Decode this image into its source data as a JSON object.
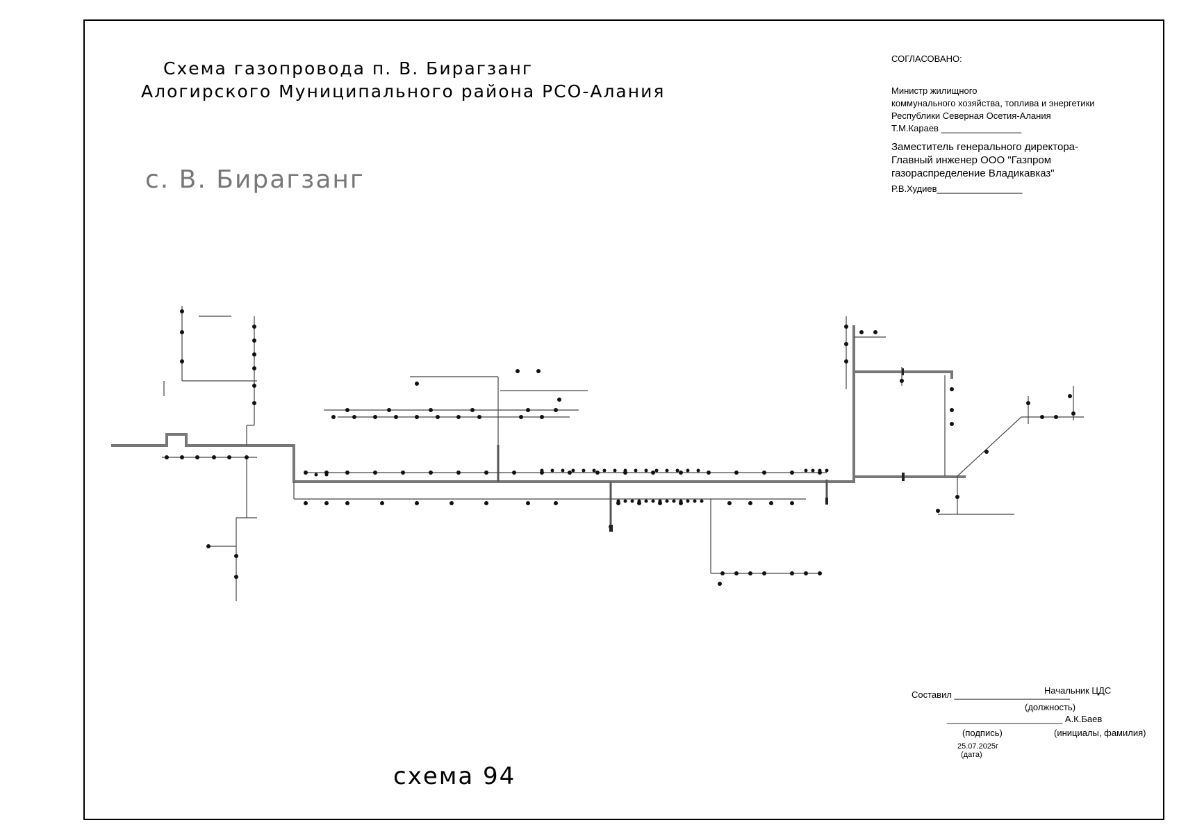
{
  "title": {
    "line1": "Схема газопровода п. В. Бирагзанг",
    "line2": "Алогирского   Муниципального района РСО-Алания"
  },
  "village_label": "с. В. Бирагзанг",
  "approval": {
    "heading": "СОГЛАСОВАНО:",
    "minister_l1": "Министр жилищного",
    "minister_l2": "коммунального   хозяйства, топлива и энергетики",
    "minister_l3": "Республики Северная Осетия-Алания",
    "minister_sig": "Т.М.Караев ________________",
    "deputy_l1": "Заместитель генерального директора-",
    "deputy_l2": "Главный инженер  ООО \"Газпром",
    "deputy_l3": "газораспределение Владикавказ\"",
    "deputy_sig": "Р.В.Худиев_________________"
  },
  "signature_block": {
    "compiled_label": "Составил _______________________",
    "position_value": "Начальник ЦДС",
    "position_caption": "(должность)",
    "name_line": "_______________________ А.К.Баев",
    "signature_caption": "(подпись)",
    "name_caption": "(инициалы, фамилия)",
    "date_value": "25.07.2025г",
    "date_caption": "(дата)"
  },
  "scheme_number": "схема 94",
  "colors": {
    "main_pipe": "#777777",
    "branch": "#333333",
    "frame": "#000000"
  }
}
